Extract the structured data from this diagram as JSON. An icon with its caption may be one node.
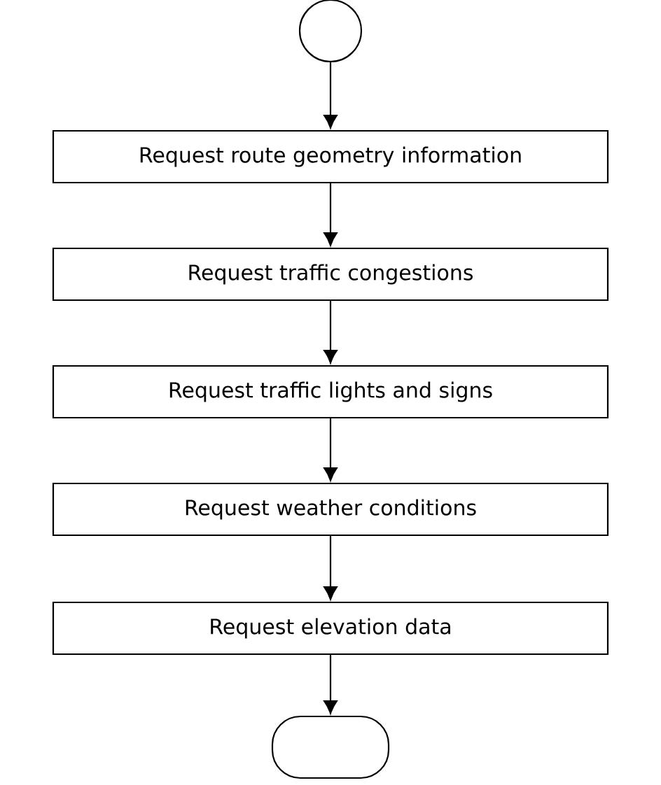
{
  "diagram": {
    "nodes": [
      {
        "text": [],
        "shape": "circle"
      },
      {
        "text": [
          "Request route geometry information"
        ]
      },
      {
        "text": [
          "Request traffic congestions"
        ]
      },
      {
        "text": [
          "Request traffic lights and signs"
        ]
      },
      {
        "text": [
          "Request weather conditions"
        ]
      },
      {
        "text": [
          "Request elevation data"
        ]
      },
      {
        "text": [],
        "shape": "oval"
      }
    ],
    "edges": [
      {
        "from": 0,
        "to": 1,
        "arrow": "to"
      },
      {
        "from": 1,
        "to": 2,
        "arrow": "to"
      },
      {
        "from": 2,
        "to": 3,
        "arrow": "to"
      },
      {
        "from": 3,
        "to": 4,
        "arrow": "to"
      },
      {
        "from": 4,
        "to": 5,
        "arrow": "to"
      },
      {
        "from": 5,
        "to": 6,
        "arrow": "to"
      }
    ]
  }
}
